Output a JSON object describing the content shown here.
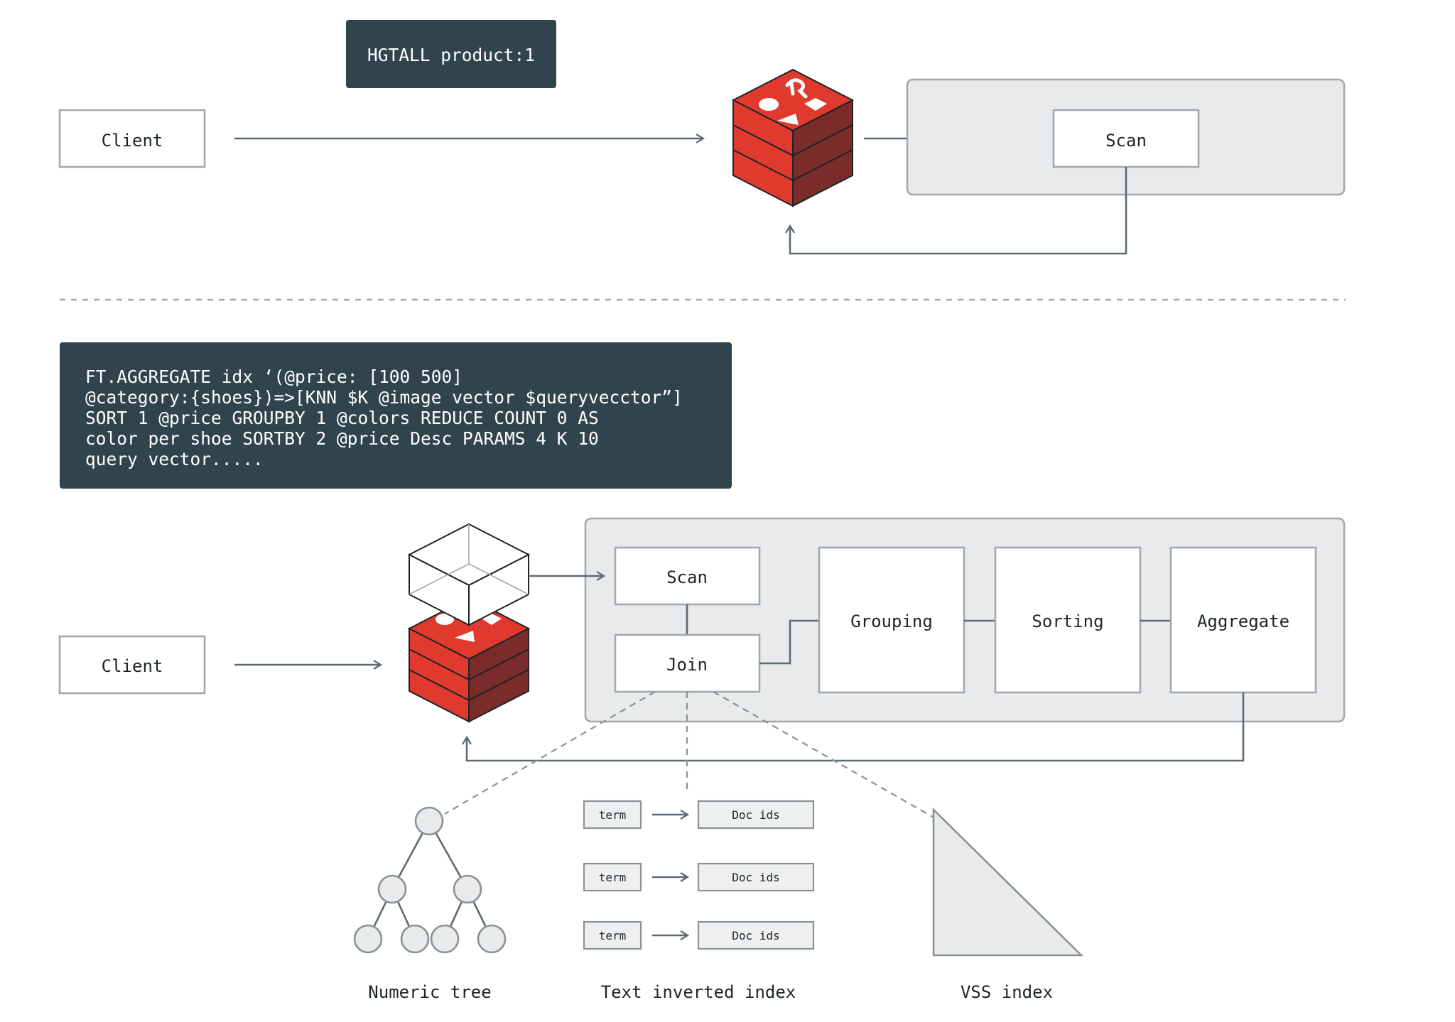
{
  "top": {
    "command": "HGTALL product:1",
    "client_label": "Client",
    "scan_label": "Scan"
  },
  "bottom": {
    "query_lines": [
      "FT.AGGREGATE idx ‘(@price: [100 500]",
      "@category:{shoes})=>[KNN $K @image vector $queryveсctor”]",
      "SORT 1 @price GROUPBY 1 @colors REDUCE COUNT 0 AS",
      "color per shoe SORTBY 2 @price Desc PARAMS 4 K 10",
      "query vector....."
    ],
    "client_label": "Client",
    "scan_label": "Scan",
    "join_label": "Join",
    "grouping_label": "Grouping",
    "sorting_label": "Sorting",
    "aggregate_label": "Aggregate",
    "index_rows": [
      {
        "term": "term",
        "doc": "Doc ids"
      },
      {
        "term": "term",
        "doc": "Doc ids"
      },
      {
        "term": "term",
        "doc": "Doc ids"
      }
    ],
    "numeric_tree_label": "Numeric tree",
    "text_index_label": "Text inverted index",
    "vss_index_label": "VSS index"
  },
  "colors": {
    "code_bg": "#31444e",
    "redis_red": "#e03a2e",
    "redis_dark": "#7a2c2a",
    "panel": "#e8eaeb"
  },
  "icons": [
    "redis-cube-icon",
    "query-cube-icon"
  ]
}
